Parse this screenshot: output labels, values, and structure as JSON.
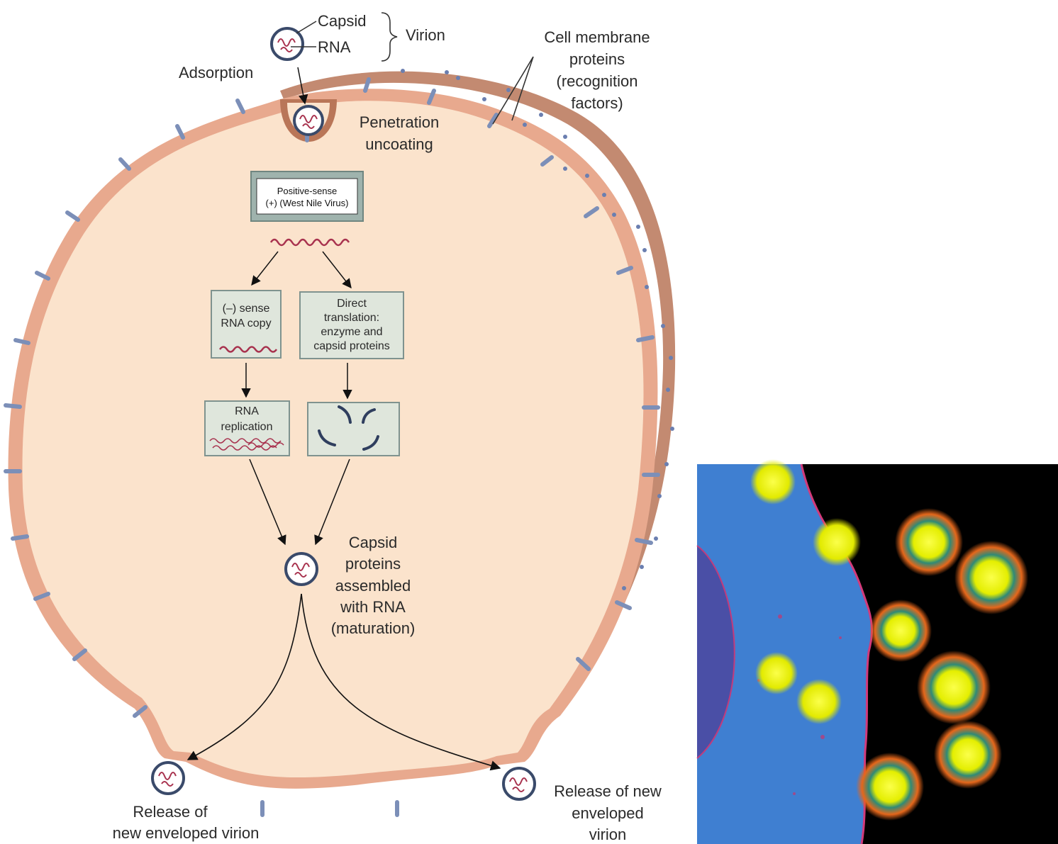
{
  "labels": {
    "capsid": "Capsid",
    "rna": "RNA",
    "virion": "Virion",
    "adsorption": "Adsorption",
    "cell_membrane": [
      "Cell membrane",
      "proteins",
      "(recognition",
      "factors)"
    ],
    "penetration": [
      "Penetration",
      "uncoating"
    ],
    "positive_sense": [
      "Positive-sense",
      "(+) (West Nile Virus)"
    ],
    "minus_sense": [
      "(–) sense",
      "RNA copy"
    ],
    "direct_translation": [
      "Direct",
      "translation:",
      "enzyme and",
      "capsid proteins"
    ],
    "rna_replication": [
      "RNA",
      "replication"
    ],
    "assembly": [
      "Capsid",
      "proteins",
      "assembled",
      "with RNA",
      "(maturation)"
    ],
    "release_left": [
      "Release of",
      "new enveloped virion"
    ],
    "release_right": [
      "Release of new",
      "enveloped",
      "virion"
    ]
  },
  "colors": {
    "cytoplasm": "#fbe3cc",
    "membrane": "#e8a98e",
    "membrane_dark": "#b97658",
    "box_fill": "#dfe6dc",
    "box_border": "#7f938f",
    "protein": "#7c8fb8",
    "rna": "#a8324e",
    "micro_bg": "#000000",
    "micro_cell": "#3f7fd1",
    "micro_virus": "#e8f000",
    "micro_halo": "#e26a1a"
  }
}
